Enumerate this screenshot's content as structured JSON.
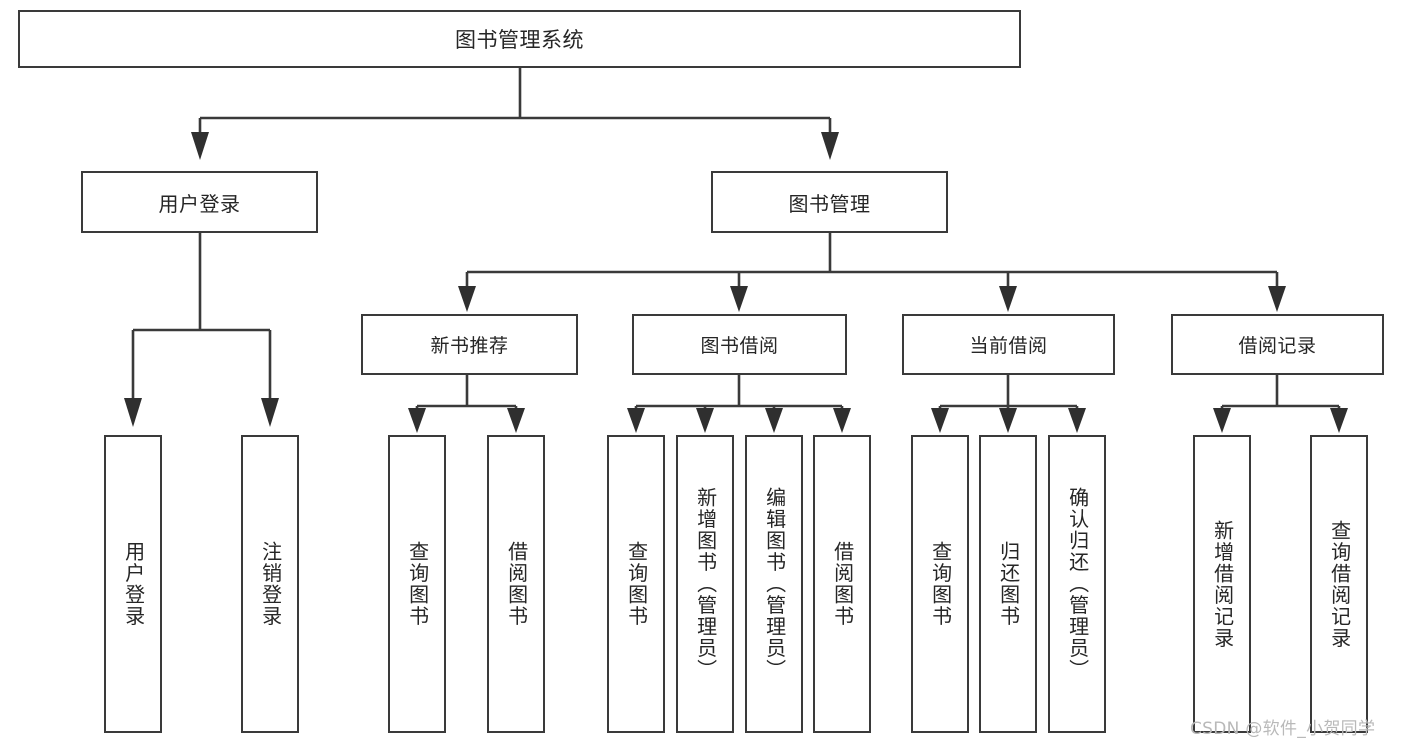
{
  "diagram": {
    "title": "图书管理系统",
    "type": "tree-hierarchy-diagram",
    "root": {
      "id": "root",
      "label": "图书管理系统"
    },
    "level1": [
      {
        "id": "user-login",
        "label": "用户登录"
      },
      {
        "id": "book-manage",
        "label": "图书管理"
      }
    ],
    "level2": [
      {
        "id": "new-book-rec",
        "label": "新书推荐",
        "parent": "book-manage"
      },
      {
        "id": "book-borrow",
        "label": "图书借阅",
        "parent": "book-manage"
      },
      {
        "id": "current-borrow",
        "label": "当前借阅",
        "parent": "book-manage"
      },
      {
        "id": "borrow-record",
        "label": "借阅记录",
        "parent": "book-manage"
      }
    ],
    "leaves": [
      {
        "id": "leaf-user-login",
        "label": "用户登录",
        "parent": "user-login"
      },
      {
        "id": "leaf-user-logout",
        "label": "注销登录",
        "parent": "user-login"
      },
      {
        "id": "leaf-query-book-1",
        "label": "查询图书",
        "parent": "new-book-rec"
      },
      {
        "id": "leaf-borrow-book-1",
        "label": "借阅图书",
        "parent": "new-book-rec"
      },
      {
        "id": "leaf-query-book-2",
        "label": "查询图书",
        "parent": "book-borrow"
      },
      {
        "id": "leaf-add-book",
        "label": "新增图书（管理员）",
        "parent": "book-borrow"
      },
      {
        "id": "leaf-edit-book",
        "label": "编辑图书（管理员）",
        "parent": "book-borrow"
      },
      {
        "id": "leaf-borrow-book-2",
        "label": "借阅图书",
        "parent": "book-borrow"
      },
      {
        "id": "leaf-query-book-3",
        "label": "查询图书",
        "parent": "current-borrow"
      },
      {
        "id": "leaf-return-book",
        "label": "归还图书",
        "parent": "current-borrow"
      },
      {
        "id": "leaf-confirm-return",
        "label": "确认归还（管理员）",
        "parent": "current-borrow"
      },
      {
        "id": "leaf-add-record",
        "label": "新增借阅记录",
        "parent": "borrow-record"
      },
      {
        "id": "leaf-query-record",
        "label": "查询借阅记录",
        "parent": "borrow-record"
      }
    ],
    "colors": {
      "stroke": "#3a3a3a",
      "arrow": "#2f2f2f",
      "box_fill": "#ffffff",
      "text": "#262626",
      "background": "#ffffff",
      "watermark": "#b9b9b9"
    }
  },
  "watermark": {
    "text": "CSDN @软件_小贺同学"
  }
}
